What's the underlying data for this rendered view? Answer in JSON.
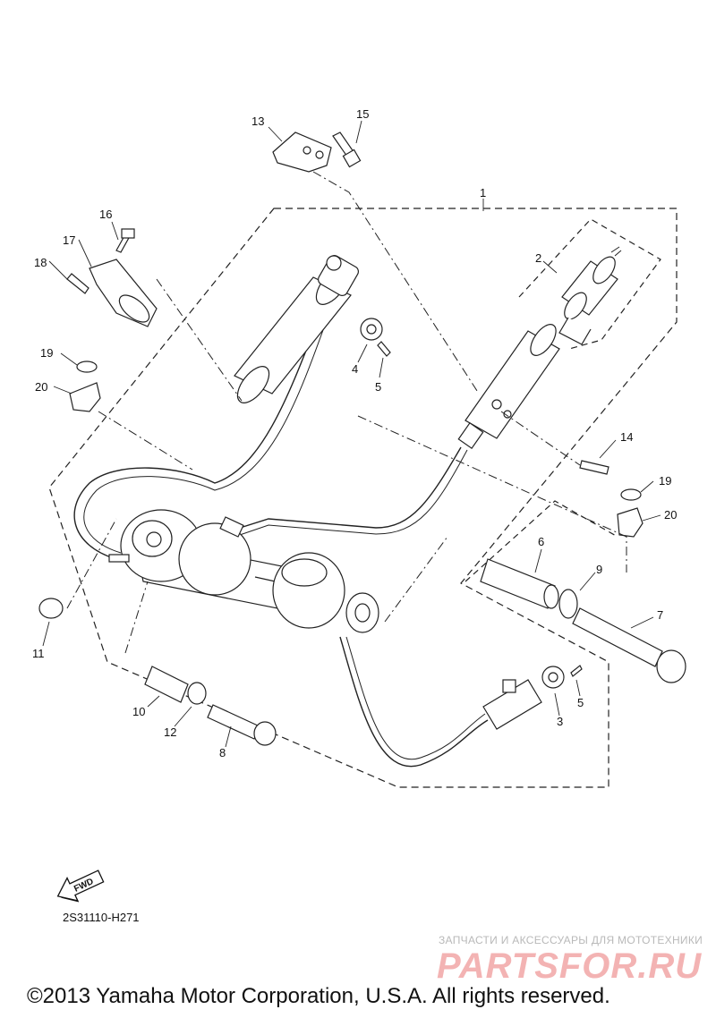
{
  "diagram": {
    "callouts": [
      {
        "id": "1",
        "label": "1"
      },
      {
        "id": "2",
        "label": "2"
      },
      {
        "id": "3",
        "label": "3"
      },
      {
        "id": "4",
        "label": "4"
      },
      {
        "id": "5a",
        "label": "5"
      },
      {
        "id": "5b",
        "label": "5"
      },
      {
        "id": "6",
        "label": "6"
      },
      {
        "id": "7",
        "label": "7"
      },
      {
        "id": "8",
        "label": "8"
      },
      {
        "id": "9",
        "label": "9"
      },
      {
        "id": "10",
        "label": "10"
      },
      {
        "id": "11",
        "label": "11"
      },
      {
        "id": "12",
        "label": "12"
      },
      {
        "id": "13",
        "label": "13"
      },
      {
        "id": "14",
        "label": "14"
      },
      {
        "id": "15",
        "label": "15"
      },
      {
        "id": "16",
        "label": "16"
      },
      {
        "id": "17",
        "label": "17"
      },
      {
        "id": "18",
        "label": "18"
      },
      {
        "id": "19a",
        "label": "19"
      },
      {
        "id": "19b",
        "label": "19"
      },
      {
        "id": "20a",
        "label": "20"
      },
      {
        "id": "20b",
        "label": "20"
      }
    ],
    "fwd_label": "FWD",
    "diagram_code": "2S31110-H271"
  },
  "watermark": {
    "subtitle": "ЗАПЧАСТИ И АКСЕССУАРЫ ДЛЯ МОТОТЕХНИКИ",
    "brand": "PARTSFOR.RU"
  },
  "footer": {
    "copyright": "©2013 Yamaha Motor Corporation, U.S.A. All rights reserved."
  }
}
